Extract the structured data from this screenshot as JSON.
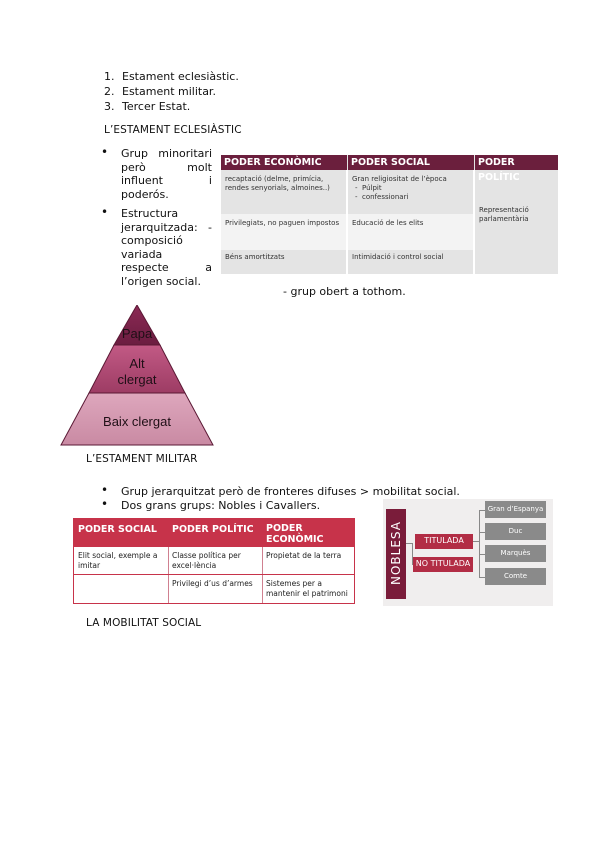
{
  "list": [
    {
      "num": "1.",
      "text": "Estament eclesiàstic."
    },
    {
      "num": "2.",
      "text": "Estament militar."
    },
    {
      "num": "3.",
      "text": "Tercer Estat."
    }
  ],
  "eclesiastic": {
    "heading": "L’ESTAMENT ECLESIÀSTIC",
    "bullet1_lines": [
      "Grup minoritari",
      "però molt",
      "influent i",
      "poderós."
    ],
    "bullet2_lines": [
      "Estructura",
      "jerarquitzada: -",
      "composició",
      "variada",
      "respecte a",
      "l’origen social."
    ],
    "extra_line": "- grup obert a tothom.",
    "table": {
      "headers": [
        "PODER ECONÒMIC",
        "PODER SOCIAL",
        "PODER POLÍTIC"
      ],
      "eco": [
        "recaptació (delme, primícia, rendes senyorials, almoines..)",
        "Privilegiats, no paguen impostos",
        "Béns amortitzats"
      ],
      "soc_title": "Gran religiositat de l’època",
      "soc_items": [
        "Púlpit",
        "confessionari"
      ],
      "soc": [
        "Educació de les elits",
        "Intimidació i control social"
      ],
      "pol": "Representació parlamentària"
    },
    "pyramid": [
      "Papa",
      "Alt clergat",
      "Baix clergat"
    ]
  },
  "militar": {
    "heading": "L’ESTAMENT MILITAR",
    "bullets": [
      "Grup jerarquitzat però de fronteres difuses > mobilitat social.",
      "Dos grans grups: Nobles i Cavallers."
    ],
    "table": {
      "headers": [
        "PODER SOCIAL",
        "PODER POLÍTIC",
        "PODER ECONÒMIC"
      ],
      "rows": [
        [
          "Elit social, exemple a imitar",
          "Classe política per excel·lència",
          "Propietat de la terra"
        ],
        [
          "",
          "Privilegi d’us d’armes",
          "Sistemes per a mantenir el patrimoni"
        ]
      ]
    },
    "noblesa": {
      "title": "NOBLESA",
      "groups": [
        "TITULADA",
        "NO TITULADA"
      ],
      "ranks": [
        "Gran d’Espanya",
        "Duc",
        "Marquès",
        "Comte"
      ]
    }
  },
  "mobilitat": {
    "heading": "LA MOBILITAT SOCIAL"
  }
}
